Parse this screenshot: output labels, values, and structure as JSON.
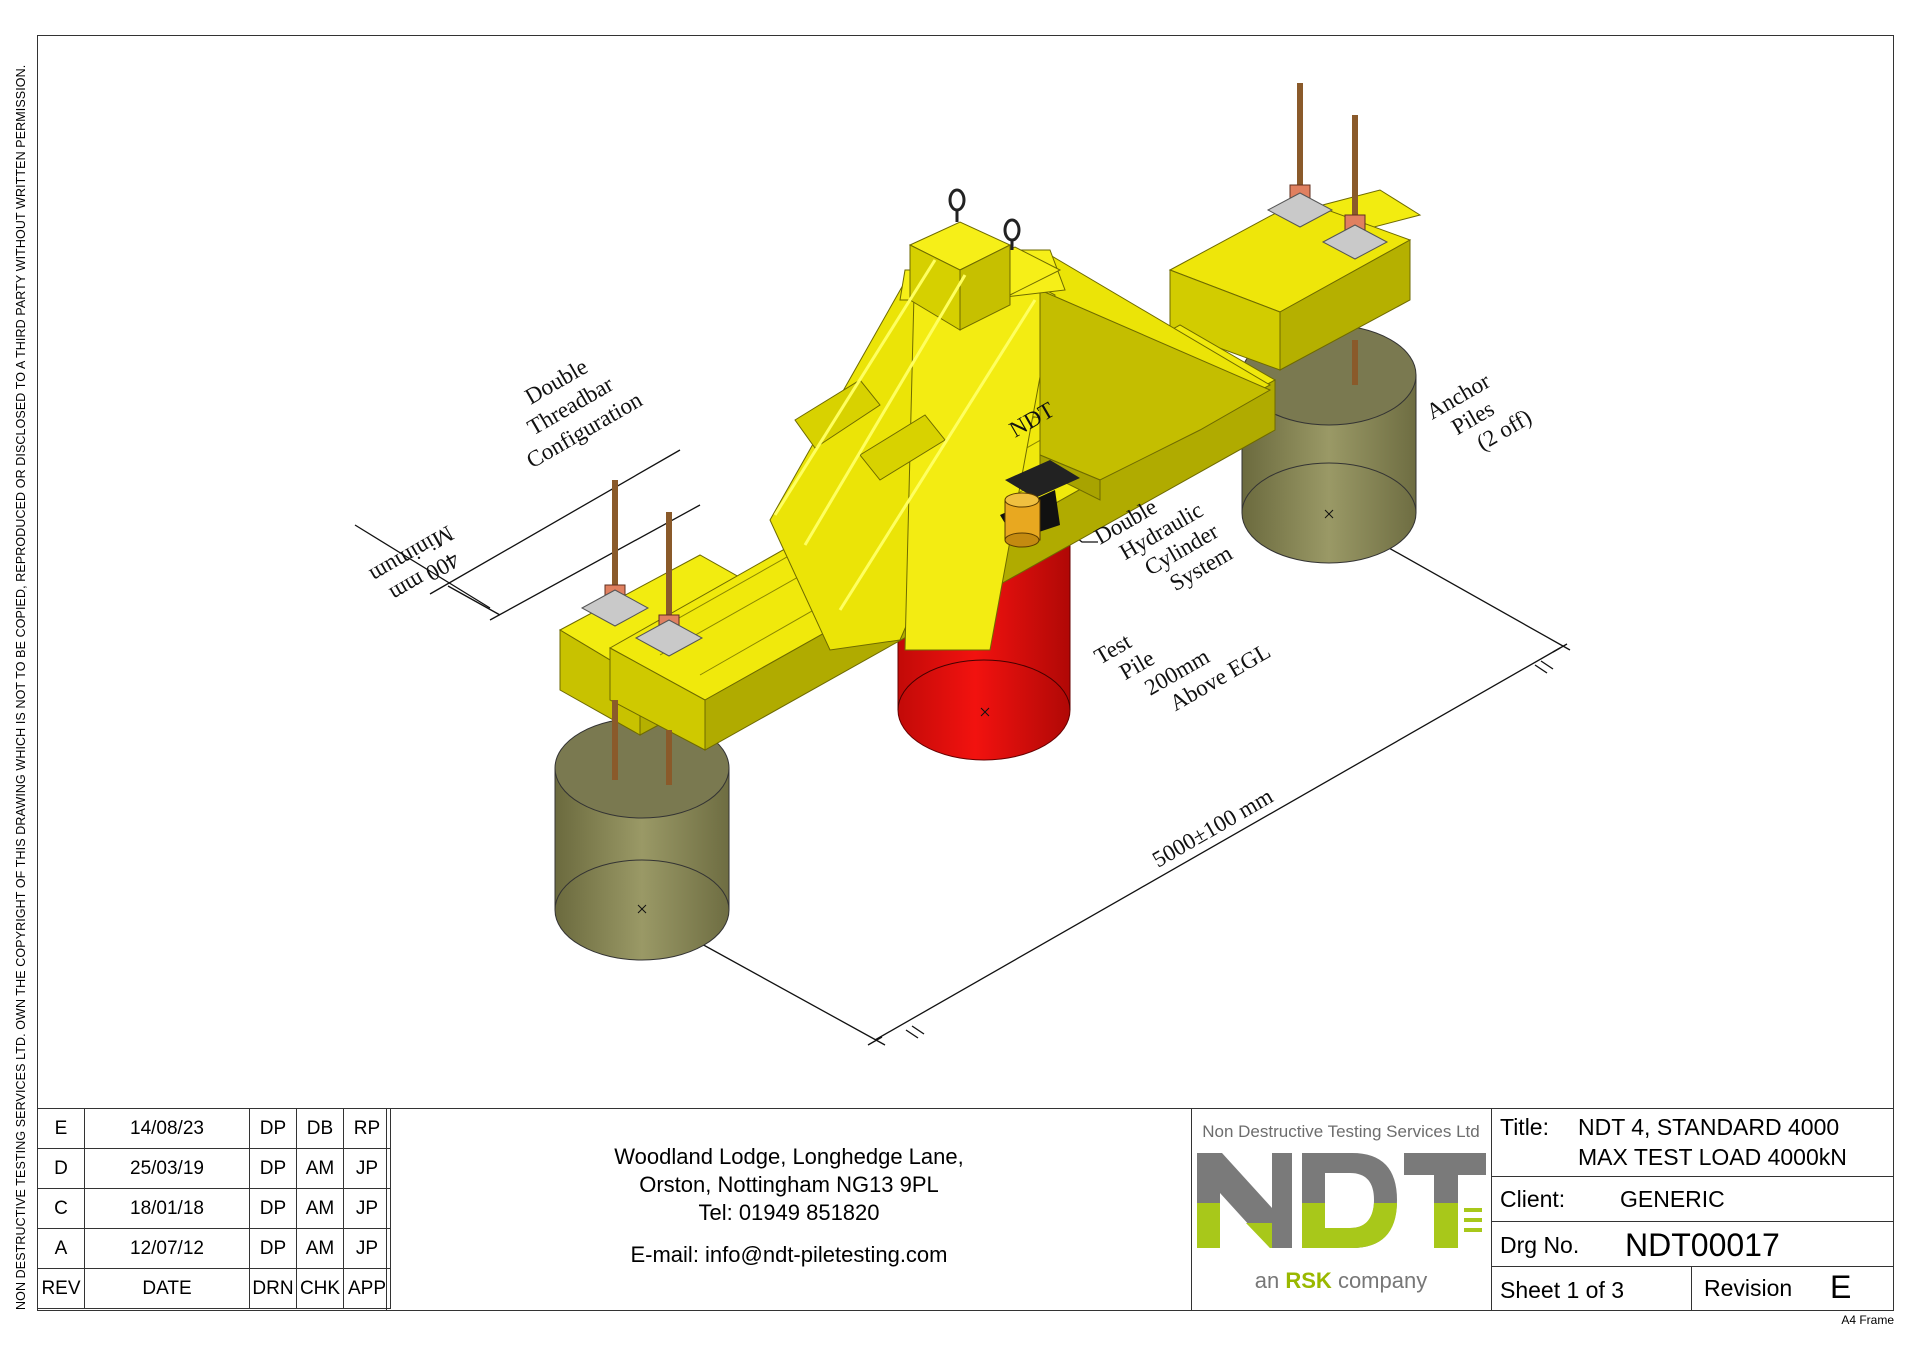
{
  "copyright_notice": "NON DESTRUCTIVE TESTING SERVICES LTD.  OWN THE COPYRIGHT OF THIS DRAWING WHICH IS NOT TO BE COPIED, REPRODUCED OR DISCLOSED TO A THIRD PARTY WITHOUT WRITTEN PERMISSION.",
  "labels": {
    "threadbar": [
      "Double",
      "Threadbar",
      "Configuration"
    ],
    "min_dim": [
      "Minimum",
      "400 mm"
    ],
    "beam_mark": "NDT",
    "cylinder": [
      "Double",
      "Hydraulic",
      "Cylinder",
      "System"
    ],
    "test_pile": [
      "Test",
      "Pile",
      "200mm",
      "Above EGL"
    ],
    "anchor": [
      "Anchor",
      "Piles",
      "(2 off)"
    ],
    "span": "5000±100 mm"
  },
  "revisions": [
    {
      "rev": "E",
      "date": "14/08/23",
      "drn": "DP",
      "chk": "DB",
      "app": "RP"
    },
    {
      "rev": "D",
      "date": "25/03/19",
      "drn": "DP",
      "chk": "AM",
      "app": "JP"
    },
    {
      "rev": "C",
      "date": "18/01/18",
      "drn": "DP",
      "chk": "AM",
      "app": "JP"
    },
    {
      "rev": "A",
      "date": "12/07/12",
      "drn": "DP",
      "chk": "AM",
      "app": "JP"
    }
  ],
  "revision_headers": {
    "rev": "REV",
    "date": "DATE",
    "drn": "DRN",
    "chk": "CHK",
    "app": "APP"
  },
  "address": {
    "line1": "Woodland Lodge, Longhedge Lane,",
    "line2": "Orston, Nottingham NG13 9PL",
    "tel": "Tel:  01949 851820",
    "email": "E-mail: info@ndt-piletesting.com"
  },
  "logo": {
    "company": "Non Destructive Testing Services Ltd",
    "mark": "NDT",
    "tag_pre": "an ",
    "tag_brand": "RSK",
    "tag_post": " company",
    "colors": {
      "grey": "#7a7a7a",
      "green": "#a8c81a"
    }
  },
  "title_block": {
    "title_label": "Title:",
    "title_line1": "NDT 4, STANDARD 4000",
    "title_line2": "MAX TEST LOAD 4000kN",
    "client_label": "Client:",
    "client": "GENERIC",
    "drg_label": "Drg No.",
    "drg_no": "NDT00017",
    "sheet": "Sheet 1 of 3",
    "revision_label": "Revision",
    "revision": "E"
  },
  "frame_label": "A4 Frame",
  "colors": {
    "beam_yellow": "#e6e000",
    "test_pile_red": "#e0100e",
    "anchor_pile_olive": "#8c8b5a"
  }
}
